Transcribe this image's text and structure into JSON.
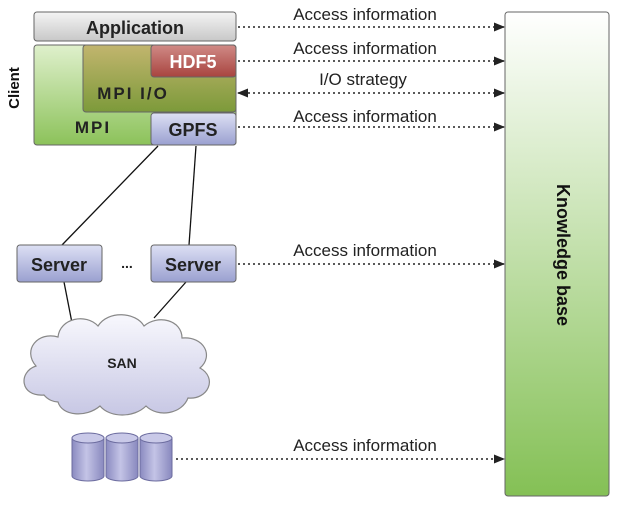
{
  "labels": {
    "client": "Client",
    "application": "Application",
    "hdf5": "HDF5",
    "mpiio": "MPI I/O",
    "mpi": "MPI",
    "gpfs": "GPFS",
    "server_left": "Server",
    "ellipsis": "...",
    "server_right": "Server",
    "san": "SAN",
    "knowledge_base": "Knowledge base"
  },
  "arrows": {
    "application": "Access information",
    "hdf5": "Access information",
    "mpiio": "I/O strategy",
    "gpfs": "Access information",
    "server": "Access information",
    "storage": "Access information"
  },
  "colors": {
    "application_fill": "#dcdcdc",
    "hdf5_fill": "#b85a56",
    "mpiio_fill": "#8a9b3f",
    "mpi_fill": "#9ec96a",
    "blue_box_fill": "#aeb4dc",
    "knowledge_fill": "#8fc463",
    "disk_fill": "#a8a8d4"
  }
}
